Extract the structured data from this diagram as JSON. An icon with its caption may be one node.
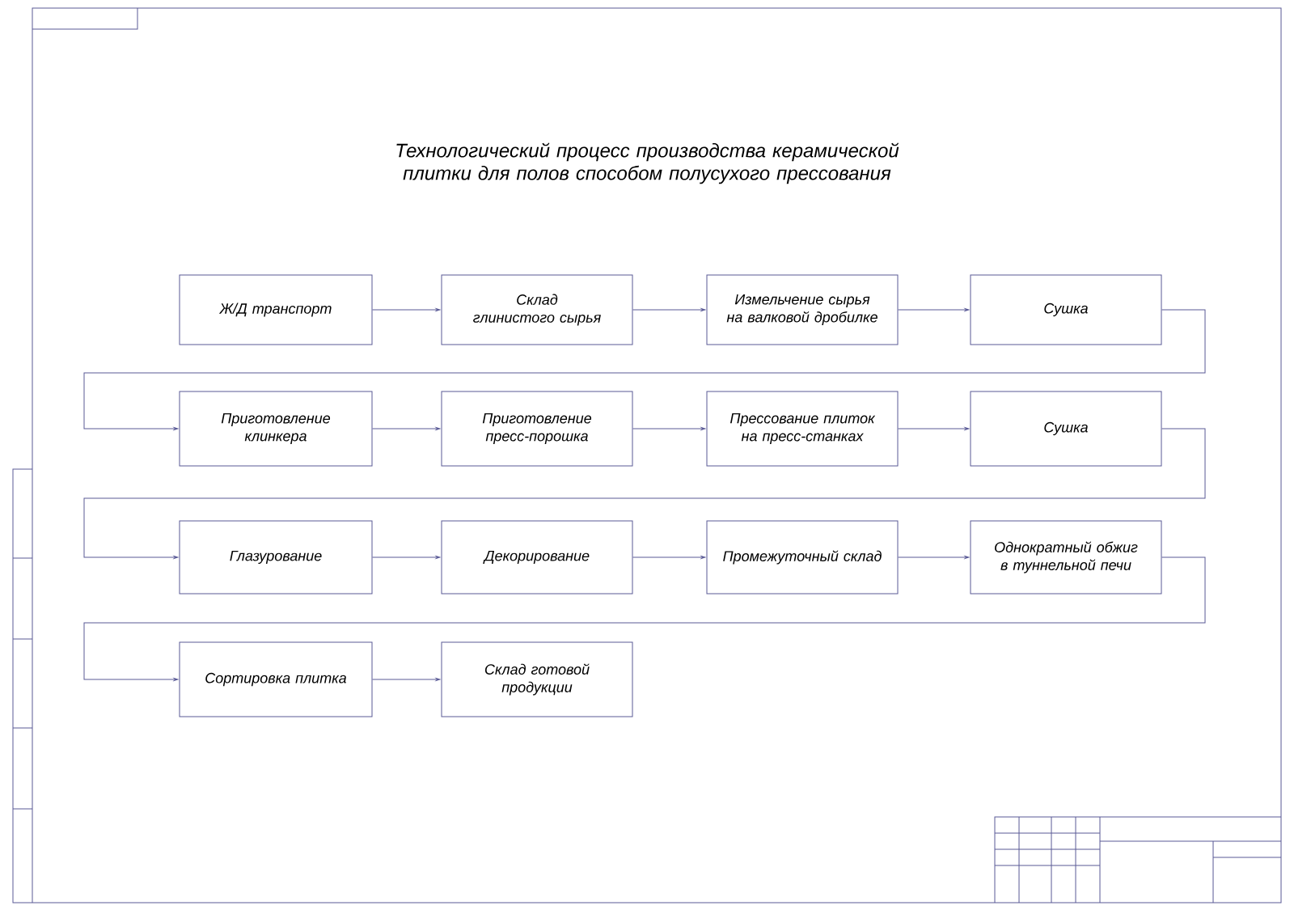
{
  "diagram": {
    "title": "Технологический процесс производства керамической плитки для полов способом полусухого прессования",
    "nodes": [
      {
        "text": [
          "Ж/Д транспорт"
        ]
      },
      {
        "text": [
          "Склад глинистого сырья"
        ]
      },
      {
        "text": [
          "Измельчение сырья на валковой дробилке"
        ]
      },
      {
        "text": [
          "Сушка"
        ]
      },
      {
        "text": [
          "Приготовление клинкера"
        ]
      },
      {
        "text": [
          "Приготовление пресс-порошка"
        ]
      },
      {
        "text": [
          "Прессование плиток на пресс-станках"
        ]
      },
      {
        "text": [
          "Сушка"
        ]
      },
      {
        "text": [
          "Глазурование"
        ]
      },
      {
        "text": [
          "Декорирование"
        ]
      },
      {
        "text": [
          "Промежуточный склад"
        ]
      },
      {
        "text": [
          "Однократный обжиг в туннельной печи"
        ]
      },
      {
        "text": [
          "Сортировка плитка"
        ]
      },
      {
        "text": [
          "Склад готовой продукции"
        ]
      }
    ],
    "edges": [
      {
        "from": 0,
        "to": 1,
        "arrow": "to"
      },
      {
        "from": 1,
        "to": 2,
        "arrow": "to"
      },
      {
        "from": 2,
        "to": 3,
        "arrow": "to"
      },
      {
        "from": 3,
        "to": 4,
        "arrow": "to"
      },
      {
        "from": 4,
        "to": 5,
        "arrow": "to"
      },
      {
        "from": 5,
        "to": 6,
        "arrow": "to"
      },
      {
        "from": 6,
        "to": 7,
        "arrow": "to"
      },
      {
        "from": 7,
        "to": 8,
        "arrow": "to"
      },
      {
        "from": 8,
        "to": 9,
        "arrow": "to"
      },
      {
        "from": 9,
        "to": 10,
        "arrow": "to"
      },
      {
        "from": 10,
        "to": 11,
        "arrow": "to"
      },
      {
        "from": 11,
        "to": 12,
        "arrow": "to"
      },
      {
        "from": 12,
        "to": 13,
        "arrow": "to"
      }
    ]
  }
}
